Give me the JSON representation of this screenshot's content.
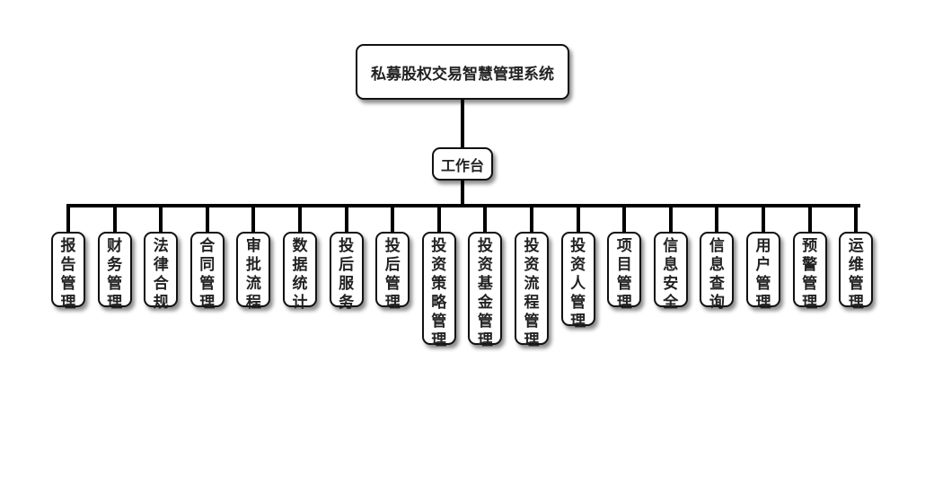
{
  "root": {
    "label": "私募股权交易智慧管理系统"
  },
  "hub": {
    "label": "工作台"
  },
  "modules": [
    {
      "label": "报告管理"
    },
    {
      "label": "财务管理"
    },
    {
      "label": "法律合规"
    },
    {
      "label": "合同管理"
    },
    {
      "label": "审批流程"
    },
    {
      "label": "数据统计"
    },
    {
      "label": "投后服务"
    },
    {
      "label": "投后管理"
    },
    {
      "label": "投资策略管理"
    },
    {
      "label": "投资基金管理"
    },
    {
      "label": "投资流程管理"
    },
    {
      "label": "投资人管理"
    },
    {
      "label": "项目管理"
    },
    {
      "label": "信息安全"
    },
    {
      "label": "信息查询"
    },
    {
      "label": "用户管理"
    },
    {
      "label": "预警管理"
    },
    {
      "label": "运维管理"
    }
  ]
}
